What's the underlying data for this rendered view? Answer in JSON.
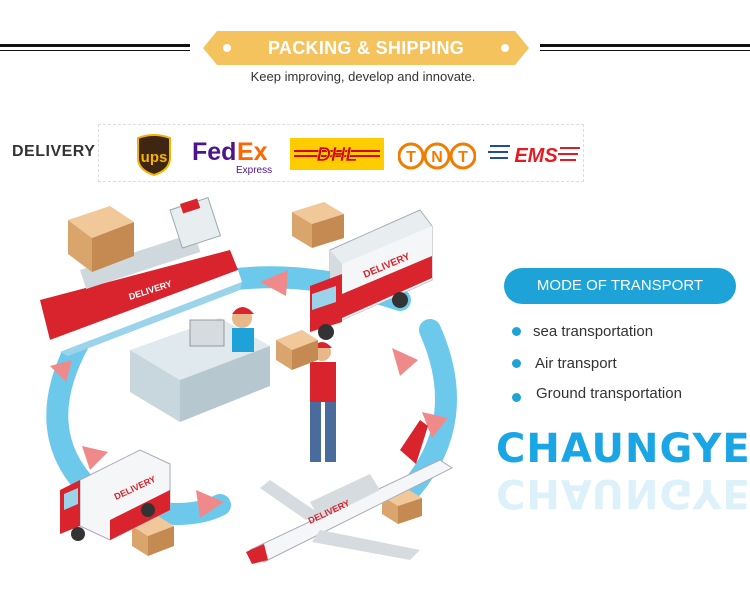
{
  "header": {
    "title": "PACKING & SHIPPING",
    "subtitle": "Keep improving, develop and innovate."
  },
  "delivery": {
    "label": "DELIVERY",
    "carriers": [
      {
        "name": "UPS",
        "text": "ups"
      },
      {
        "name": "FedEx",
        "text": "FedEx",
        "sub": "Express"
      },
      {
        "name": "DHL",
        "text": "DHL"
      },
      {
        "name": "TNT",
        "text": "TNT"
      },
      {
        "name": "EMS",
        "text": "EMS"
      }
    ]
  },
  "transport": {
    "heading": "MODE OF TRANSPORT",
    "items": [
      "sea transportation",
      "Air transport",
      "Ground transportation"
    ]
  },
  "brand": "CHAUNGYE",
  "illustration": {
    "vehicle_label": "DELIVERY"
  },
  "colors": {
    "banner": "#f4c35e",
    "accent_blue": "#1da3d8",
    "brand_blue": "#1aa6e4",
    "delivery_red": "#d9232d",
    "arrow_blue": "#5cc3ea",
    "arrow_pink": "#f08a8a"
  }
}
